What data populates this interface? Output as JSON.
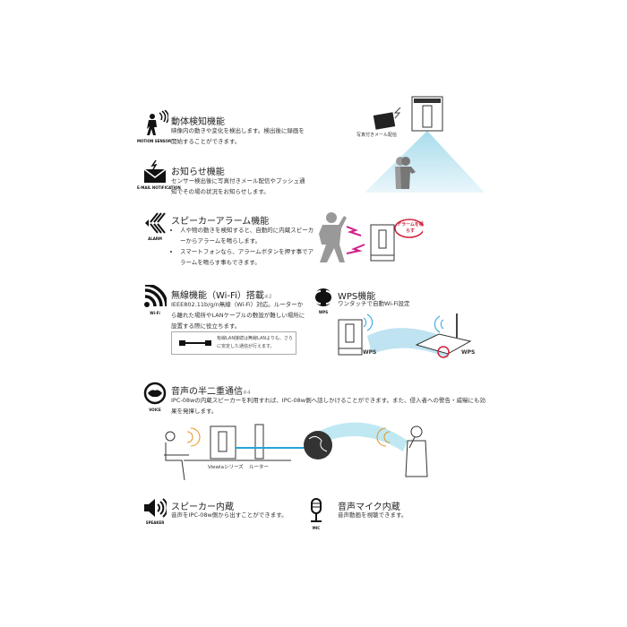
{
  "features": {
    "motion": {
      "title": "動体検知機能",
      "desc": "映像内の動きや変化を検出します。検出後に録画を開始することができます。",
      "icon_caption": "MOTION SENSOR",
      "illus_label": "写真付きメール配信"
    },
    "email": {
      "title": "お知らせ機能",
      "desc": "センサー検出後に写真付きメール配信やプッシュ通知でその場の状況をお知らせします。",
      "icon_caption": "E-MAIL NOTIFICATION"
    },
    "alarm": {
      "title": "スピーカーアラーム機能",
      "bullets": [
        "人や物の動きを検知すると、自動的に内蔵スピーカーからアラームを鳴らします。",
        "スマートフォンなら、アラームボタンを押す事でアラームを鳴らす事もできます。"
      ],
      "icon_caption": "ALARM",
      "bubble": "アラームを鳴らす"
    },
    "wifi": {
      "title": "無線機能（Wi-Fi）搭載",
      "note": "※2",
      "desc": "IEEE802.11b/g/n無線（Wi-Fi）対応。ルーターから離れた場所やLANケーブルの敷設が難しい場所に設置する際に役立ちます。",
      "box_text": "有線LAN接続は無線LANよりも、さらに安定した通信が行えます。",
      "icon_caption": "Wi-Fi"
    },
    "wps": {
      "title": "WPS機能",
      "desc": "ワンタッチで自動Wi-Fi設定",
      "icon_caption": "WPS",
      "label_device": "WPS",
      "label_router": "WPS"
    },
    "voice": {
      "title": "音声の半二重通信",
      "note": "※4",
      "desc": "IPC-08wの内蔵スピーカーを利用すれば、IPC-08w側へ話しかけることができます。また、侵入者への警告・威嚇にも効果を発揮します。",
      "icon_caption": "VOICE",
      "label_device": "Viewlaシリーズ",
      "label_router": "ルーター"
    },
    "speaker": {
      "title": "スピーカー内蔵",
      "desc": "音声をIPC-08w側から出すことができます。",
      "icon_caption": "SPEAKER"
    },
    "mic": {
      "title": "音声マイク内蔵",
      "desc": "音声動画を視聴できます。",
      "icon_caption": "MIC"
    }
  },
  "colors": {
    "accent": "#d0203a",
    "sky": "#a8dcec"
  }
}
